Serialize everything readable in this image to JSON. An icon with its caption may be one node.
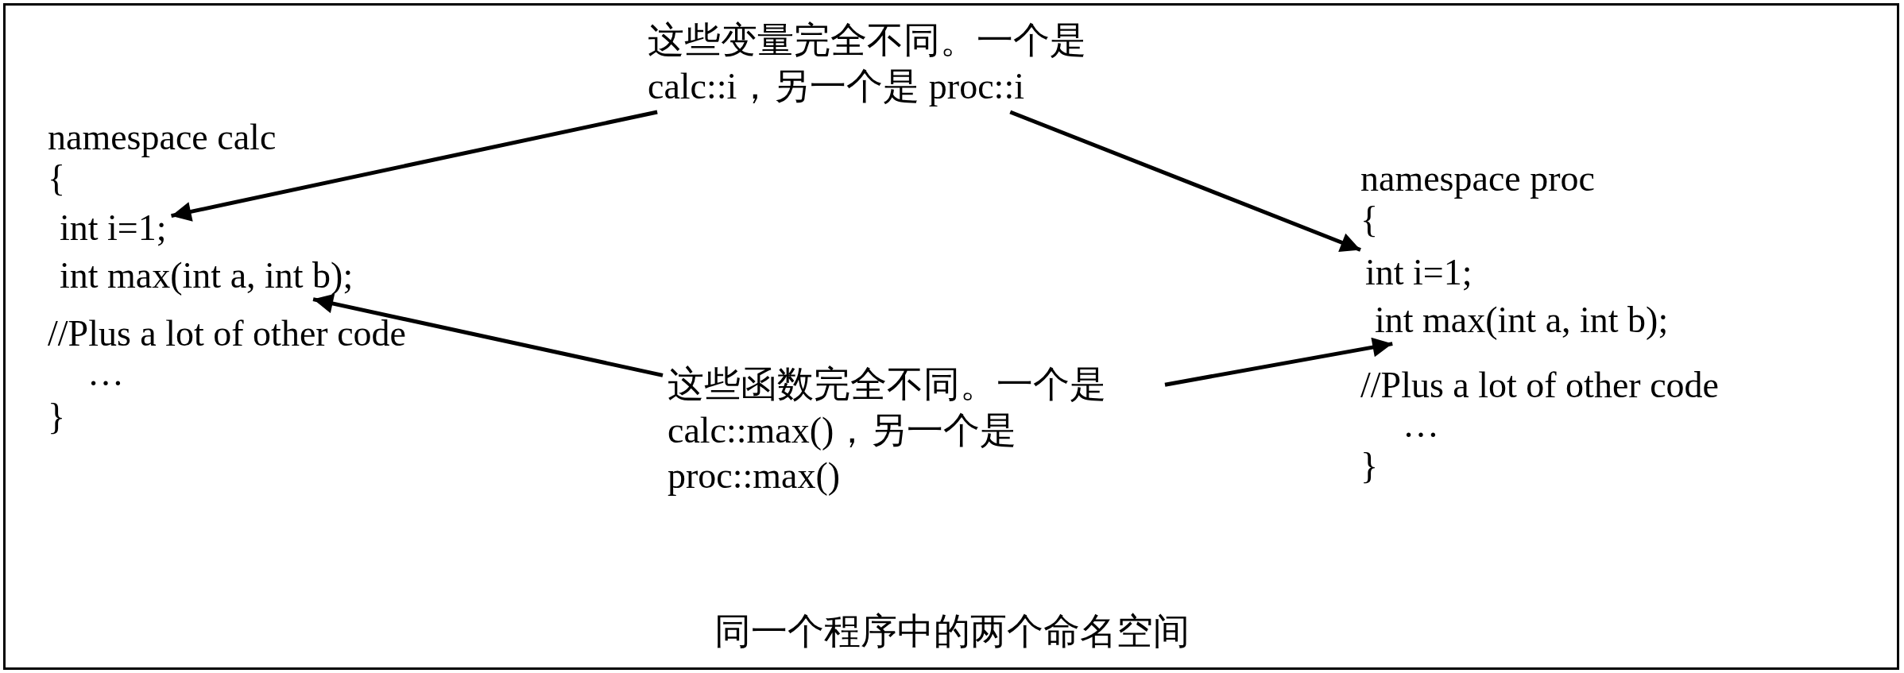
{
  "diagram": {
    "caption": "同一个程序中的两个命名空间",
    "nodes": [
      {
        "text": [
          "这些变量完全不同。一个是 calc::i，另一个是 proc::i"
        ]
      },
      {
        "text": [
          "这些函数完全不同。一个是 calc::max()，另一个是 proc::max()"
        ]
      },
      {
        "text": [
          "int i=1;"
        ]
      },
      {
        "text": [
          "int max(int a, int b);"
        ]
      },
      {
        "text": [
          "int i=1;"
        ]
      },
      {
        "text": [
          "int max(int a, int b);"
        ]
      }
    ],
    "edges": [
      {
        "from": 0,
        "to": 2,
        "arrow": "to"
      },
      {
        "from": 0,
        "to": 4,
        "arrow": "to"
      },
      {
        "from": 1,
        "to": 3,
        "arrow": "to"
      },
      {
        "from": 1,
        "to": 5,
        "arrow": "to"
      }
    ],
    "labels": [
      "namespace calc",
      "{",
      "//Plus a lot of other code",
      "…",
      "}",
      "namespace proc",
      "{",
      "//Plus a lot of other code",
      "…",
      "}"
    ]
  }
}
